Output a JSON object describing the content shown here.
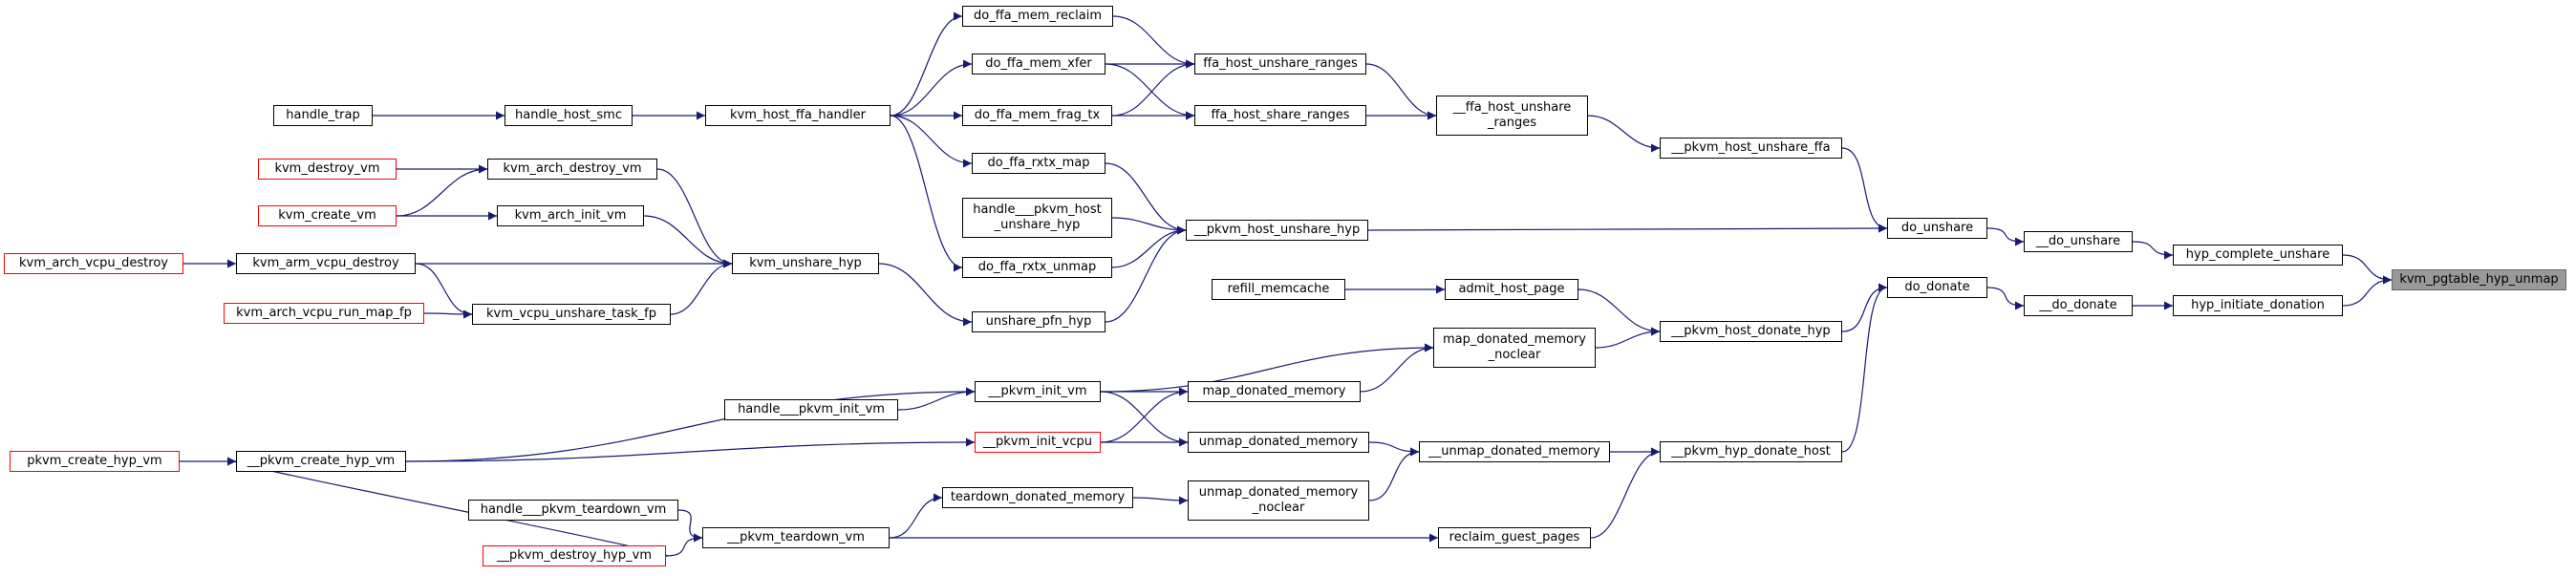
{
  "graph": {
    "edge_color": "#191970",
    "root_fill": "#999999",
    "truncated_border": "#ff0000",
    "nodes": [
      {
        "id": "root",
        "label": "kvm_pgtable_hyp_unmap",
        "style": "root"
      },
      {
        "id": "hyp_complete_unshare",
        "label": "hyp_complete_unshare"
      },
      {
        "id": "hyp_initiate_donation",
        "label": "hyp_initiate_donation"
      },
      {
        "id": "__do_unshare",
        "label": "__do_unshare"
      },
      {
        "id": "__do_donate",
        "label": "__do_donate"
      },
      {
        "id": "do_unshare",
        "label": "do_unshare"
      },
      {
        "id": "do_donate",
        "label": "do_donate"
      },
      {
        "id": "__pkvm_host_unshare_ffa",
        "label": "__pkvm_host_unshare_ffa"
      },
      {
        "id": "__pkvm_host_unshare_hyp",
        "label": "__pkvm_host_unshare_hyp"
      },
      {
        "id": "__pkvm_host_donate_hyp",
        "label": "__pkvm_host_donate_hyp"
      },
      {
        "id": "__pkvm_hyp_donate_host",
        "label": "__pkvm_hyp_donate_host"
      },
      {
        "id": "__ffa_host_unshare_ranges",
        "label": "__ffa_host_unshare\n_ranges"
      },
      {
        "id": "ffa_host_unshare_ranges",
        "label": "ffa_host_unshare_ranges"
      },
      {
        "id": "ffa_host_share_ranges",
        "label": "ffa_host_share_ranges"
      },
      {
        "id": "do_ffa_mem_reclaim",
        "label": "do_ffa_mem_reclaim"
      },
      {
        "id": "do_ffa_mem_xfer",
        "label": "do_ffa_mem_xfer"
      },
      {
        "id": "do_ffa_mem_frag_tx",
        "label": "do_ffa_mem_frag_tx"
      },
      {
        "id": "do_ffa_rxtx_map",
        "label": "do_ffa_rxtx_map"
      },
      {
        "id": "handle___pkvm_host_unshare_hyp",
        "label": "handle___pkvm_host\n_unshare_hyp"
      },
      {
        "id": "do_ffa_rxtx_unmap",
        "label": "do_ffa_rxtx_unmap"
      },
      {
        "id": "unshare_pfn_hyp",
        "label": "unshare_pfn_hyp"
      },
      {
        "id": "kvm_host_ffa_handler",
        "label": "kvm_host_ffa_handler"
      },
      {
        "id": "handle_host_smc",
        "label": "handle_host_smc"
      },
      {
        "id": "handle_trap",
        "label": "handle_trap"
      },
      {
        "id": "kvm_unshare_hyp",
        "label": "kvm_unshare_hyp"
      },
      {
        "id": "kvm_arch_destroy_vm",
        "label": "kvm_arch_destroy_vm"
      },
      {
        "id": "kvm_arch_init_vm",
        "label": "kvm_arch_init_vm"
      },
      {
        "id": "kvm_arm_vcpu_destroy",
        "label": "kvm_arm_vcpu_destroy"
      },
      {
        "id": "kvm_vcpu_unshare_task_fp",
        "label": "kvm_vcpu_unshare_task_fp"
      },
      {
        "id": "kvm_destroy_vm",
        "label": "kvm_destroy_vm",
        "style": "red"
      },
      {
        "id": "kvm_create_vm",
        "label": "kvm_create_vm",
        "style": "red"
      },
      {
        "id": "kvm_arch_vcpu_destroy",
        "label": "kvm_arch_vcpu_destroy",
        "style": "red"
      },
      {
        "id": "kvm_arch_vcpu_run_map_fp",
        "label": "kvm_arch_vcpu_run_map_fp",
        "style": "red"
      },
      {
        "id": "admit_host_page",
        "label": "admit_host_page"
      },
      {
        "id": "refill_memcache",
        "label": "refill_memcache"
      },
      {
        "id": "map_donated_memory_noclear",
        "label": "map_donated_memory\n_noclear"
      },
      {
        "id": "map_donated_memory",
        "label": "map_donated_memory"
      },
      {
        "id": "__pkvm_init_vm",
        "label": "__pkvm_init_vm"
      },
      {
        "id": "handle___pkvm_init_vm",
        "label": "handle___pkvm_init_vm"
      },
      {
        "id": "__pkvm_init_vcpu",
        "label": "__pkvm_init_vcpu",
        "style": "red"
      },
      {
        "id": "__pkvm_create_hyp_vm",
        "label": "__pkvm_create_hyp_vm"
      },
      {
        "id": "pkvm_create_hyp_vm",
        "label": "pkvm_create_hyp_vm",
        "style": "red"
      },
      {
        "id": "__unmap_donated_memory",
        "label": "__unmap_donated_memory"
      },
      {
        "id": "unmap_donated_memory",
        "label": "unmap_donated_memory"
      },
      {
        "id": "unmap_donated_memory_noclear",
        "label": "unmap_donated_memory\n_noclear"
      },
      {
        "id": "teardown_donated_memory",
        "label": "teardown_donated_memory"
      },
      {
        "id": "__pkvm_teardown_vm",
        "label": "__pkvm_teardown_vm"
      },
      {
        "id": "handle___pkvm_teardown_vm",
        "label": "handle___pkvm_teardown_vm"
      },
      {
        "id": "__pkvm_destroy_hyp_vm",
        "label": "__pkvm_destroy_hyp_vm",
        "style": "red"
      },
      {
        "id": "reclaim_guest_pages",
        "label": "reclaim_guest_pages"
      }
    ],
    "edges": [
      [
        "hyp_complete_unshare",
        "root"
      ],
      [
        "hyp_initiate_donation",
        "root"
      ],
      [
        "__do_unshare",
        "hyp_complete_unshare"
      ],
      [
        "__do_donate",
        "hyp_initiate_donation"
      ],
      [
        "do_unshare",
        "__do_unshare"
      ],
      [
        "do_donate",
        "__do_donate"
      ],
      [
        "__pkvm_host_unshare_ffa",
        "do_unshare"
      ],
      [
        "__pkvm_host_unshare_hyp",
        "do_unshare"
      ],
      [
        "__pkvm_host_donate_hyp",
        "do_donate"
      ],
      [
        "__pkvm_hyp_donate_host",
        "do_donate"
      ],
      [
        "__ffa_host_unshare_ranges",
        "__pkvm_host_unshare_ffa"
      ],
      [
        "ffa_host_unshare_ranges",
        "__ffa_host_unshare_ranges"
      ],
      [
        "ffa_host_share_ranges",
        "__ffa_host_unshare_ranges"
      ],
      [
        "do_ffa_mem_reclaim",
        "ffa_host_unshare_ranges"
      ],
      [
        "do_ffa_mem_xfer",
        "ffa_host_unshare_ranges"
      ],
      [
        "do_ffa_mem_frag_tx",
        "ffa_host_unshare_ranges"
      ],
      [
        "do_ffa_mem_xfer",
        "ffa_host_share_ranges"
      ],
      [
        "do_ffa_mem_frag_tx",
        "ffa_host_share_ranges"
      ],
      [
        "kvm_host_ffa_handler",
        "do_ffa_mem_reclaim"
      ],
      [
        "kvm_host_ffa_handler",
        "do_ffa_mem_xfer"
      ],
      [
        "kvm_host_ffa_handler",
        "do_ffa_mem_frag_tx"
      ],
      [
        "kvm_host_ffa_handler",
        "do_ffa_rxtx_map"
      ],
      [
        "kvm_host_ffa_handler",
        "do_ffa_rxtx_unmap"
      ],
      [
        "handle_host_smc",
        "kvm_host_ffa_handler"
      ],
      [
        "handle_trap",
        "handle_host_smc"
      ],
      [
        "do_ffa_rxtx_map",
        "__pkvm_host_unshare_hyp"
      ],
      [
        "handle___pkvm_host_unshare_hyp",
        "__pkvm_host_unshare_hyp"
      ],
      [
        "do_ffa_rxtx_unmap",
        "__pkvm_host_unshare_hyp"
      ],
      [
        "unshare_pfn_hyp",
        "__pkvm_host_unshare_hyp"
      ],
      [
        "kvm_unshare_hyp",
        "unshare_pfn_hyp"
      ],
      [
        "kvm_arch_destroy_vm",
        "kvm_unshare_hyp"
      ],
      [
        "kvm_arch_init_vm",
        "kvm_unshare_hyp"
      ],
      [
        "kvm_arm_vcpu_destroy",
        "kvm_unshare_hyp"
      ],
      [
        "kvm_vcpu_unshare_task_fp",
        "kvm_unshare_hyp"
      ],
      [
        "kvm_destroy_vm",
        "kvm_arch_destroy_vm"
      ],
      [
        "kvm_create_vm",
        "kvm_arch_destroy_vm"
      ],
      [
        "kvm_create_vm",
        "kvm_arch_init_vm"
      ],
      [
        "kvm_arch_vcpu_destroy",
        "kvm_arm_vcpu_destroy"
      ],
      [
        "kvm_arm_vcpu_destroy",
        "kvm_vcpu_unshare_task_fp"
      ],
      [
        "kvm_arch_vcpu_run_map_fp",
        "kvm_vcpu_unshare_task_fp"
      ],
      [
        "admit_host_page",
        "__pkvm_host_donate_hyp"
      ],
      [
        "refill_memcache",
        "admit_host_page"
      ],
      [
        "map_donated_memory_noclear",
        "__pkvm_host_donate_hyp"
      ],
      [
        "map_donated_memory",
        "map_donated_memory_noclear"
      ],
      [
        "__pkvm_init_vm",
        "map_donated_memory_noclear"
      ],
      [
        "__pkvm_init_vm",
        "map_donated_memory"
      ],
      [
        "__pkvm_init_vcpu",
        "map_donated_memory"
      ],
      [
        "handle___pkvm_init_vm",
        "__pkvm_init_vm"
      ],
      [
        "__pkvm_create_hyp_vm",
        "__pkvm_init_vm"
      ],
      [
        "__pkvm_create_hyp_vm",
        "__pkvm_init_vcpu"
      ],
      [
        "pkvm_create_hyp_vm",
        "__pkvm_create_hyp_vm"
      ],
      [
        "__pkvm_destroy_hyp_vm",
        "__pkvm_create_hyp_vm"
      ],
      [
        "__unmap_donated_memory",
        "__pkvm_hyp_donate_host"
      ],
      [
        "reclaim_guest_pages",
        "__pkvm_hyp_donate_host"
      ],
      [
        "unmap_donated_memory",
        "__unmap_donated_memory"
      ],
      [
        "unmap_donated_memory_noclear",
        "__unmap_donated_memory"
      ],
      [
        "__pkvm_init_vm",
        "unmap_donated_memory"
      ],
      [
        "__pkvm_init_vcpu",
        "unmap_donated_memory"
      ],
      [
        "teardown_donated_memory",
        "unmap_donated_memory_noclear"
      ],
      [
        "__pkvm_teardown_vm",
        "teardown_donated_memory"
      ],
      [
        "__pkvm_teardown_vm",
        "reclaim_guest_pages"
      ],
      [
        "handle___pkvm_teardown_vm",
        "__pkvm_teardown_vm"
      ],
      [
        "__pkvm_destroy_hyp_vm",
        "__pkvm_teardown_vm"
      ]
    ]
  }
}
